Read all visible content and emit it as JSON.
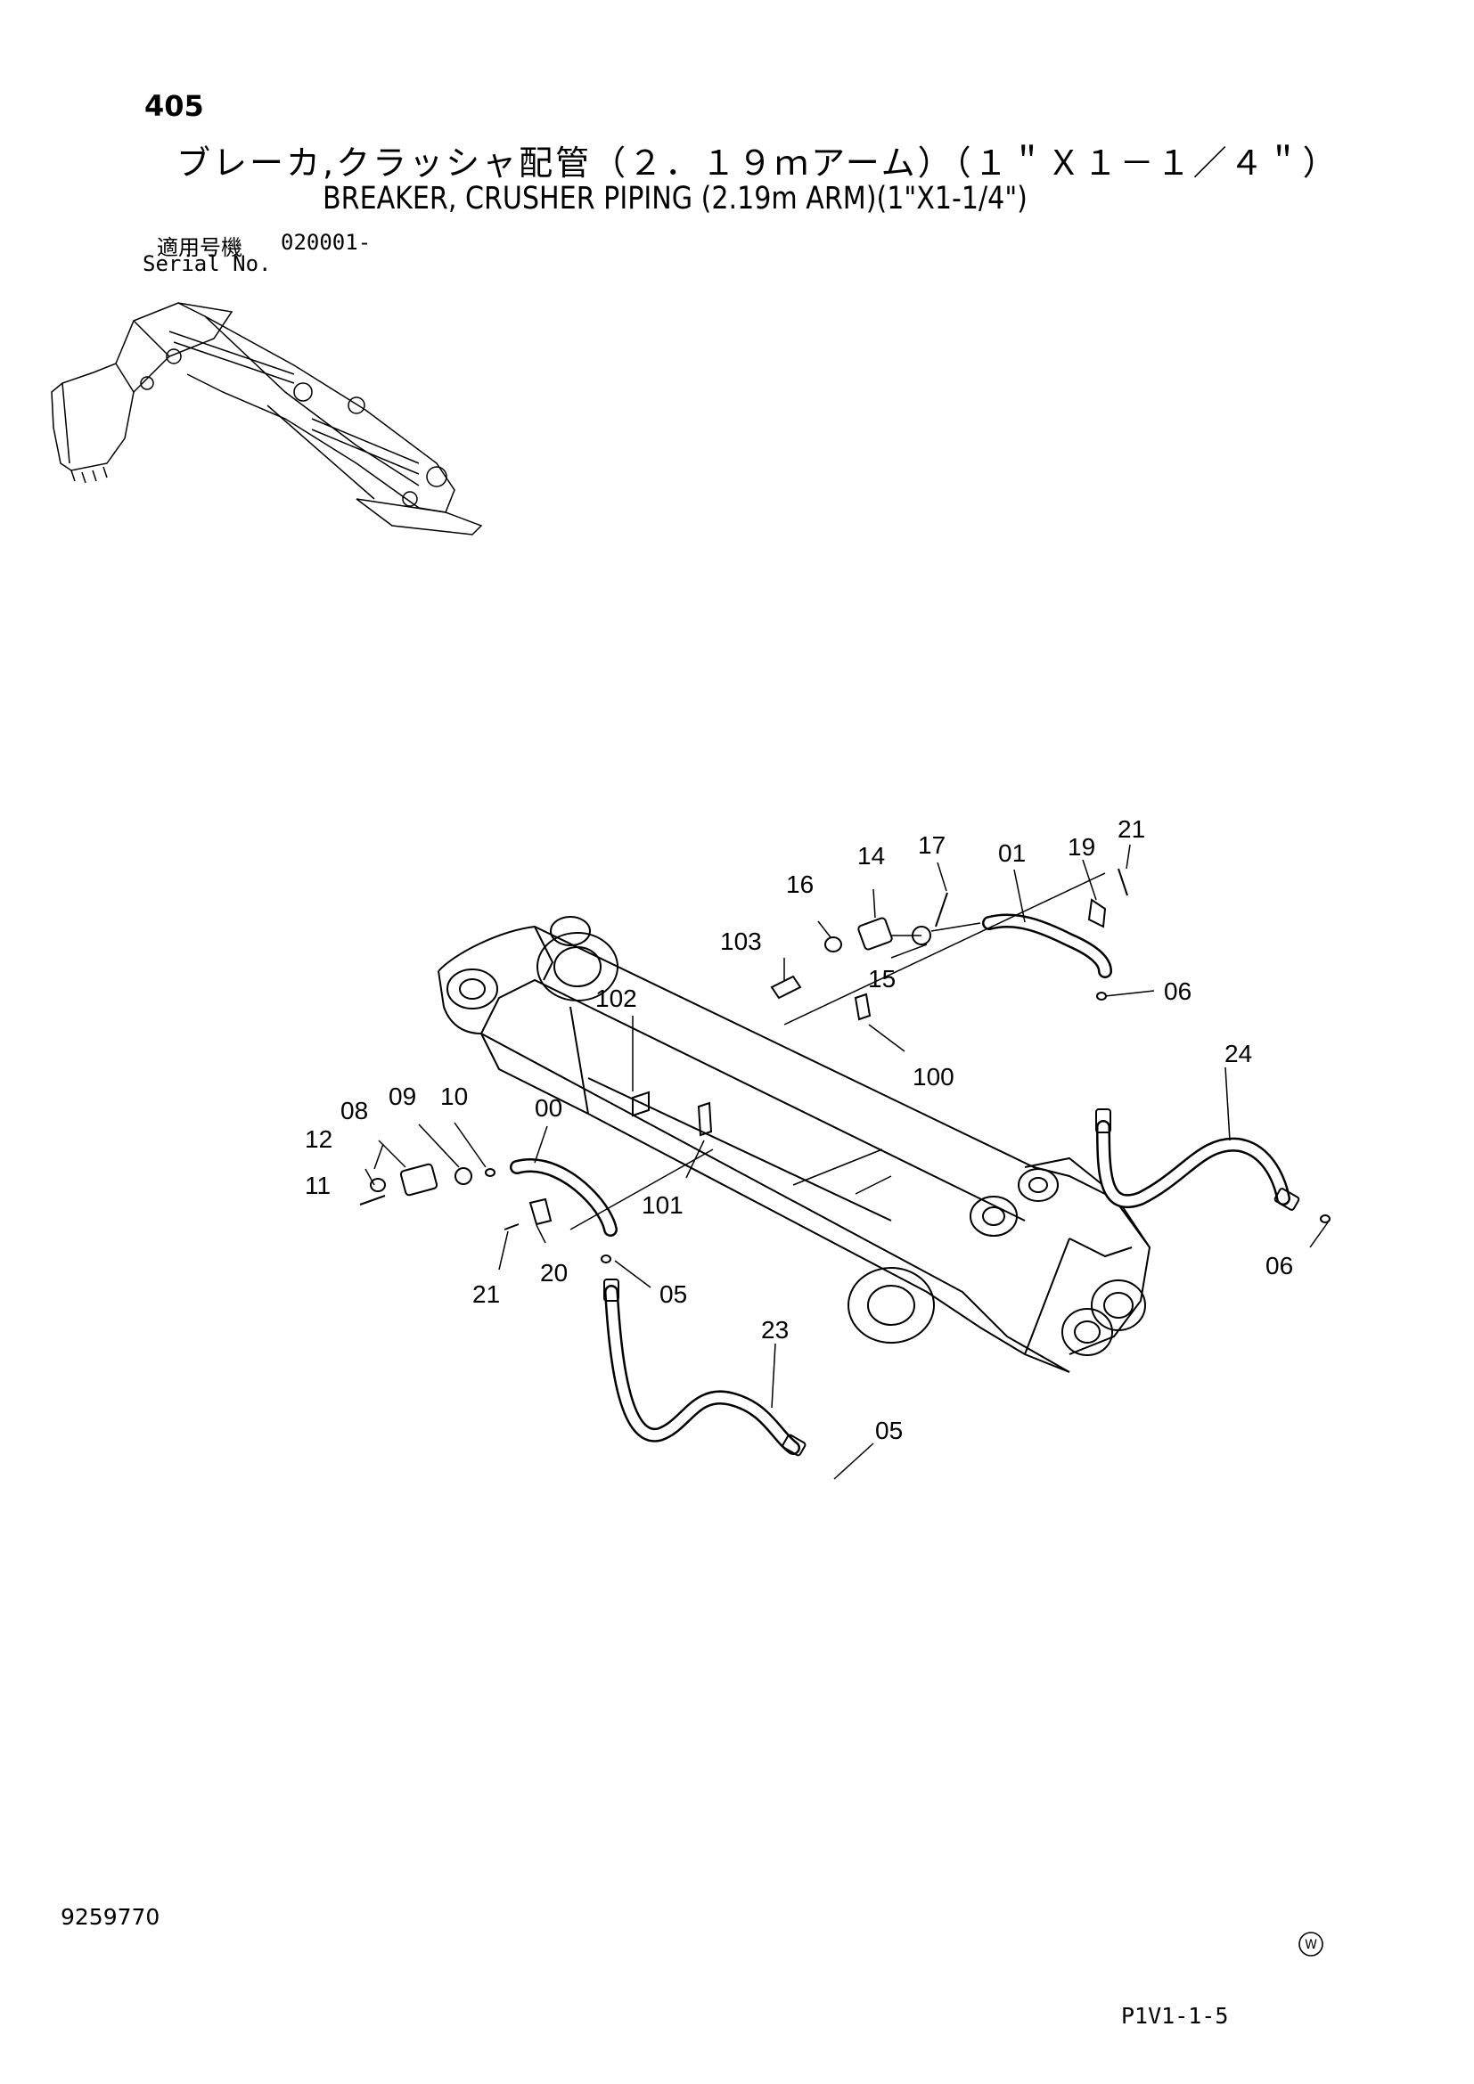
{
  "header": {
    "page_number": "405",
    "title_ja": "ブレーカ,クラッシャ配管（２．１９ｍアーム）（１＂Ｘ１－１／４＂）",
    "title_en": "BREAKER, CRUSHER PIPING (2.19m ARM)(1\"X1-1/4\")",
    "serial_label_ja": "適用号機",
    "serial_value": "020001-",
    "serial_label_en": "Serial No."
  },
  "callouts": {
    "c00": "00",
    "c01": "01",
    "c05a": "05",
    "c05b": "05",
    "c06a": "06",
    "c06b": "06",
    "c08": "08",
    "c09": "09",
    "c10": "10",
    "c11": "11",
    "c12": "12",
    "c14": "14",
    "c15": "15",
    "c16": "16",
    "c17": "17",
    "c19": "19",
    "c20": "20",
    "c21a": "21",
    "c21b": "21",
    "c23": "23",
    "c24": "24",
    "c100": "100",
    "c101": "101",
    "c102": "102",
    "c103": "103"
  },
  "footer": {
    "doc_number": "9259770",
    "page_ref": "P1V1-1-5",
    "logo_letter": "W"
  }
}
